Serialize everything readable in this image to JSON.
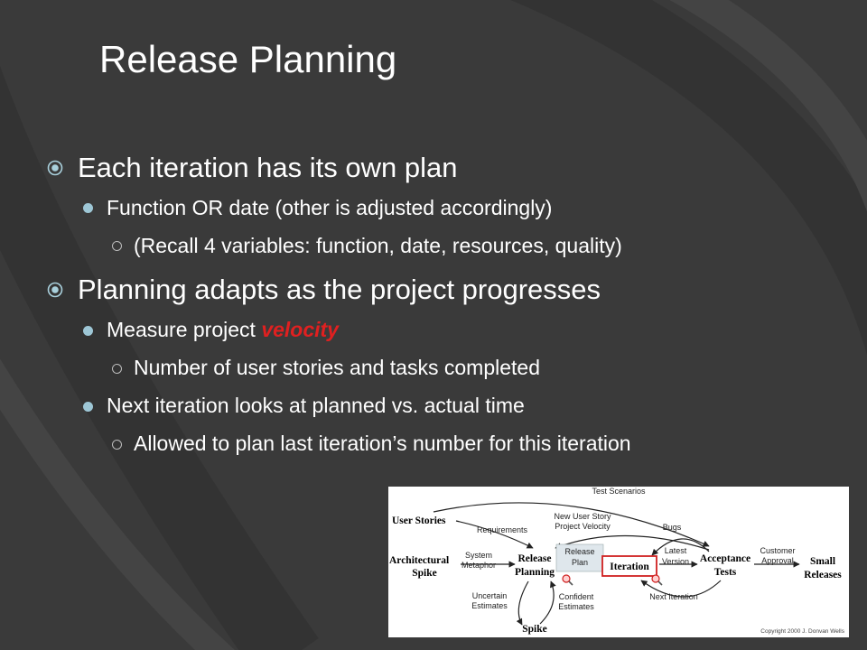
{
  "slide": {
    "title": "Release Planning",
    "bullets": [
      {
        "level": 1,
        "text": "Each iteration has its own plan"
      },
      {
        "level": 2,
        "text": "Function OR date (other is adjusted accordingly)"
      },
      {
        "level": 3,
        "text": "(Recall 4 variables: function, date, resources, quality)"
      },
      {
        "level": 1,
        "text": "Planning adapts as the project progresses"
      },
      {
        "level": 2,
        "text": "Measure project ",
        "highlight": "velocity"
      },
      {
        "level": 3,
        "text": "Number of user stories and tasks completed"
      },
      {
        "level": 2,
        "text": "Next iteration looks at planned vs. actual time"
      },
      {
        "level": 3,
        "text": "Allowed to plan last iteration’s number for this iteration"
      }
    ]
  },
  "colors": {
    "background": "#3a3a3a",
    "text": "#ffffff",
    "highlight": "#e02020",
    "bullet_level2": "#9ec7d6",
    "diagram_iteration_border": "#d02020"
  },
  "diagram": {
    "nodes": {
      "user_stories": "User Stories",
      "architectural": "Architectural",
      "spike_left": "Spike",
      "release": "Release",
      "planning": "Planning",
      "iteration": "Iteration",
      "acceptance": "Acceptance",
      "tests": "Tests",
      "small": "Small",
      "releases": "Releases",
      "spike_bottom": "Spike"
    },
    "labels": {
      "test_scenarios": "Test Scenarios",
      "requirements": "Requirements",
      "new_user_story": "New User Story",
      "project_velocity": "Project Velocity",
      "bugs": "Bugs",
      "system": "System",
      "metaphor": "Metaphor",
      "release_plan_1": "Release",
      "release_plan_2": "Plan",
      "latest": "Latest",
      "version": "Version",
      "customer": "Customer",
      "approval": "Approval",
      "uncertain": "Uncertain",
      "estimates_left": "Estimates",
      "confident": "Confident",
      "estimates_right": "Estimates",
      "next_iteration": "Next Iteration",
      "copyright": "Copyright 2000 J. Donvan Wells"
    }
  }
}
